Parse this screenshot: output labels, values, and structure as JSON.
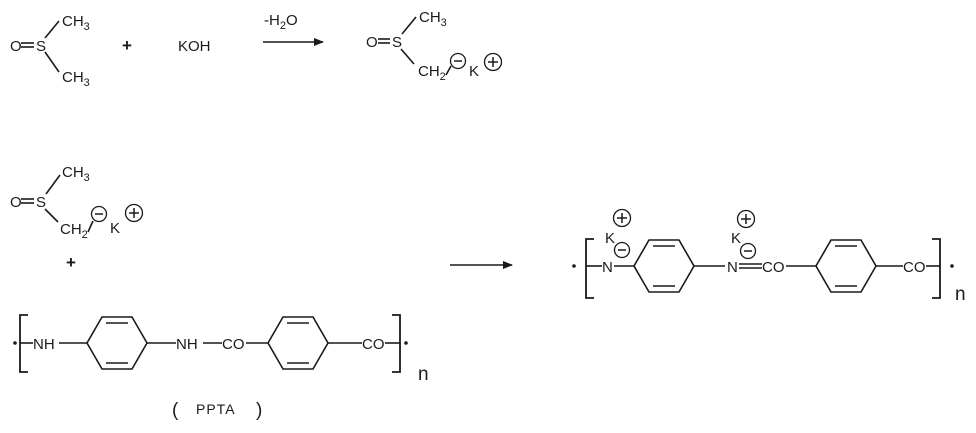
{
  "reaction1": {
    "ch3_top": "CH",
    "ch3_sub": "3",
    "oxygen": "O",
    "sulfur": "S",
    "plus": "+",
    "koh": "KOH",
    "condition": "-H",
    "condition_sub": "2",
    "condition_end": "O",
    "product_ch2": "CH",
    "product_ch2_sub": "2",
    "potassium": "K"
  },
  "reaction2": {
    "ch3": "CH",
    "ch3_sub": "3",
    "oxygen": "O",
    "sulfur": "S",
    "ch2": "CH",
    "ch2_sub": "2",
    "potassium": "K",
    "plus": "+",
    "nh1": "NH",
    "nh2": "NH",
    "co1": "CO",
    "co2": "CO",
    "repeat": "n",
    "polymer_name": "PPTA",
    "paren_open": "(",
    "paren_close": ")"
  },
  "product": {
    "potassium1": "K",
    "potassium2": "K",
    "nitrogen1": "N",
    "nitrogen2": "N",
    "co1": "CO",
    "co2": "CO",
    "repeat": "n"
  }
}
